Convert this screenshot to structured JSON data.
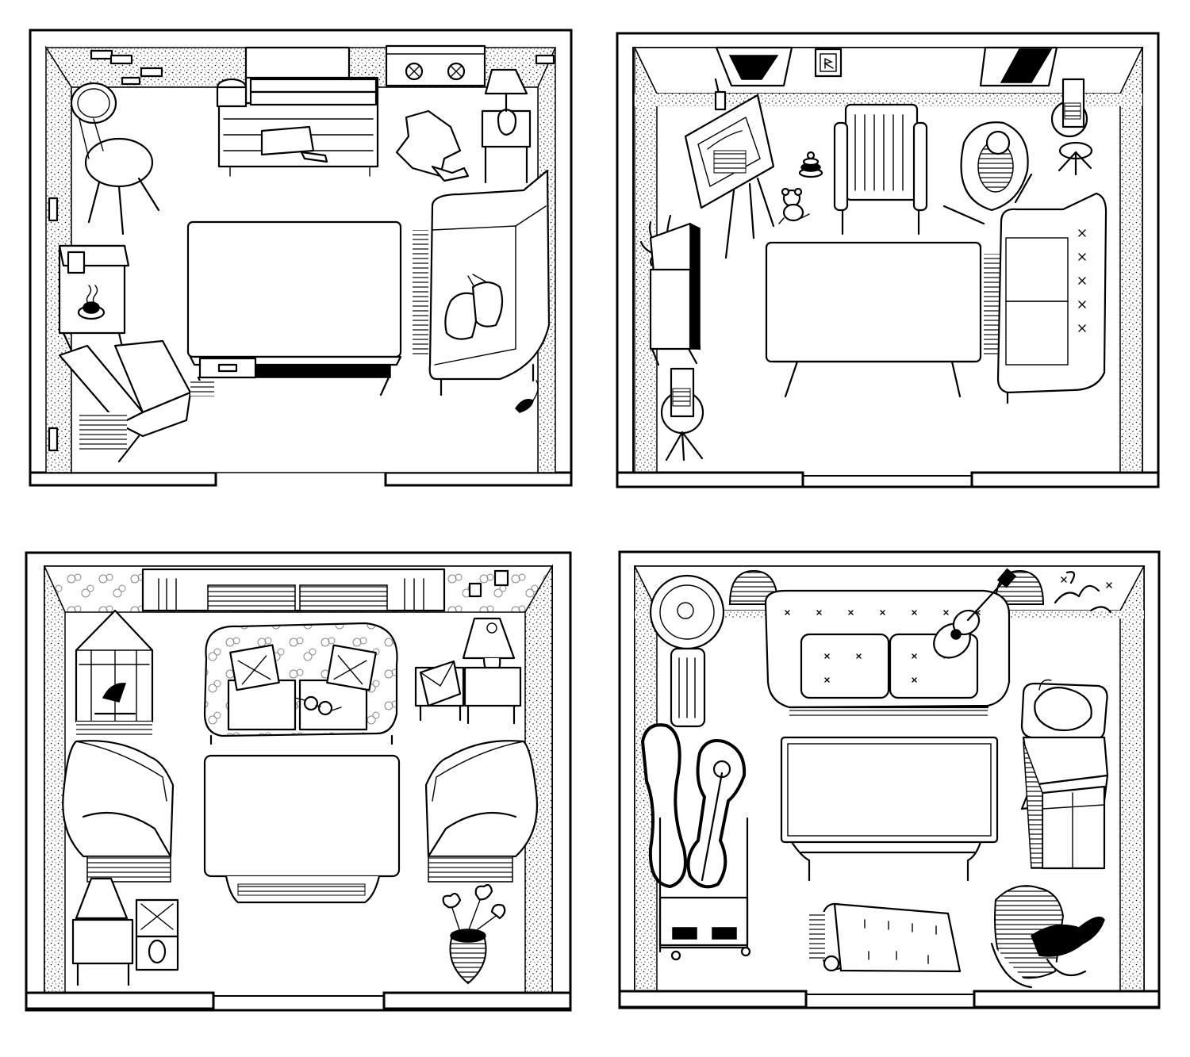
{
  "scene": {
    "description_free": true,
    "panel_count": 4,
    "colors": {
      "ink": "#000000",
      "paper": "#ffffff"
    },
    "rooms": [
      {
        "id": "room-1",
        "objects": [
          "bentwood-chair-icon",
          "dresser-icon",
          "wall-vent-icon",
          "table-lamp-icon",
          "t-shirt-icon",
          "side-table-icon",
          "coffee-table-icon",
          "sofa-icon",
          "boxing-gloves-icon",
          "armchair-icon",
          "coffee-cup-icon",
          "mouse-icon"
        ]
      },
      {
        "id": "room-2",
        "objects": [
          "wall-painting-icon",
          "framed-letter-icon",
          "easel-icon",
          "armchair-icon",
          "baby-bouncer-icon",
          "stacking-toy-icon",
          "teddy-bear-icon",
          "plant-icon",
          "cabinet-icon",
          "coffee-table-icon",
          "sofa-icon",
          "side-table-icon",
          "table-lamp-icon"
        ]
      },
      {
        "id": "room-3",
        "objects": [
          "window-icon",
          "birdcage-icon",
          "loveseat-icon",
          "eyeglasses-icon",
          "table-lamp-icon",
          "envelope-icon",
          "armchair-icon",
          "coffee-table-icon",
          "radio-icon",
          "flower-vase-icon"
        ]
      },
      {
        "id": "room-4",
        "objects": [
          "floor-lamp-icon",
          "window-icon",
          "tufted-sofa-icon",
          "guitar-icon",
          "graffiti-icon",
          "guitar-case-icon",
          "trolley-icon",
          "coffee-table-icon",
          "laundry-basket-icon",
          "boxes-icon",
          "rolled-rug-icon",
          "rocking-chair-icon"
        ]
      }
    ]
  }
}
